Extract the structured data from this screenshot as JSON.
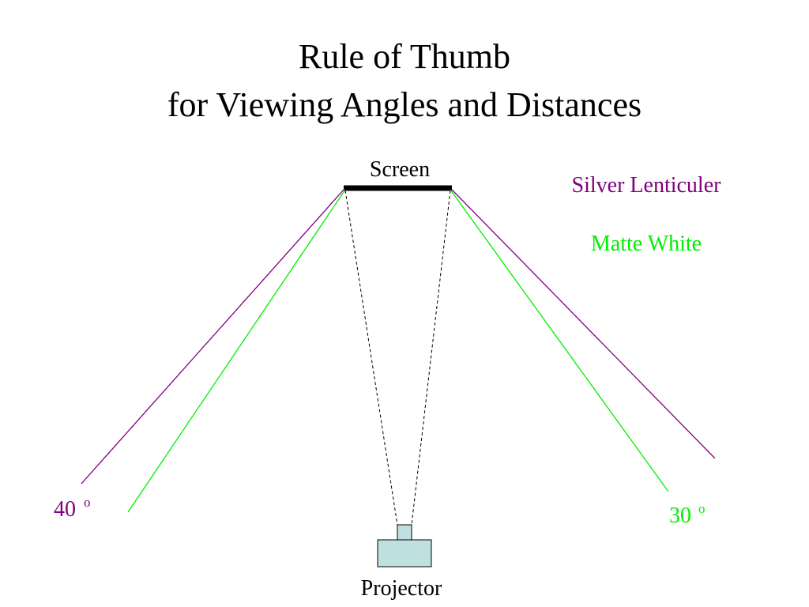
{
  "title": {
    "line1": "Rule of Thumb",
    "line2": "for Viewing Angles and Distances"
  },
  "labels": {
    "screen": "Screen",
    "projector": "Projector",
    "silver": "Silver Lenticuler",
    "matte": "Matte White",
    "angle_silver": "40",
    "angle_matte": "30",
    "degree_mark": "o"
  },
  "colors": {
    "silver": "#800080",
    "matte": "#00ee00",
    "projector_fill": "#bfe0e0",
    "screen": "#000000"
  }
}
